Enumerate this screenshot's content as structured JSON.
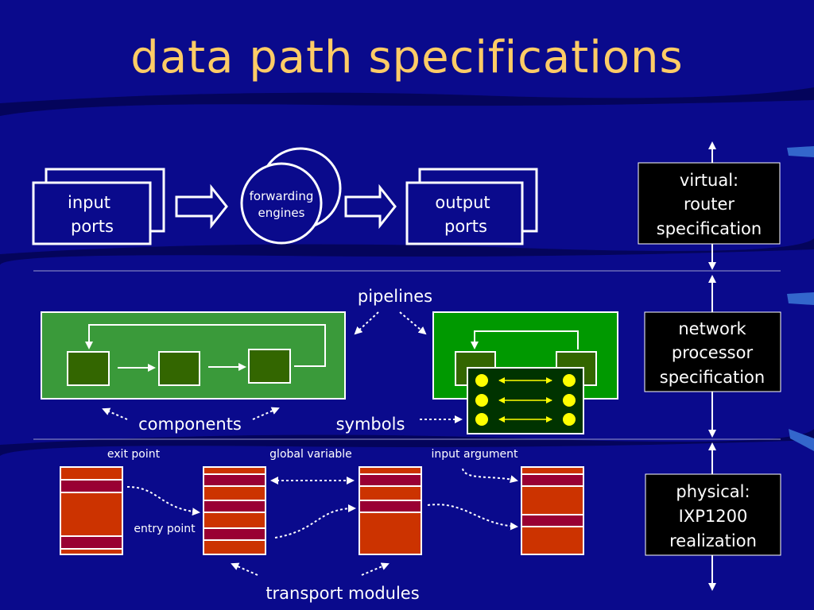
{
  "title": "data path specifications",
  "levels": [
    {
      "label_line1": "virtual:",
      "label_line2": "router",
      "label_line3": "specification"
    },
    {
      "label_line1": "network",
      "label_line2": "processor",
      "label_line3": "specification"
    },
    {
      "label_line1": "physical:",
      "label_line2": "IXP1200",
      "label_line3": "realization"
    }
  ],
  "router": {
    "input_line1": "input",
    "input_line2": "ports",
    "forwarding_line1": "forwarding",
    "forwarding_line2": "engines",
    "output_line1": "output",
    "output_line2": "ports"
  },
  "np": {
    "pipelines": "pipelines",
    "components": "components",
    "symbols": "symbols"
  },
  "ixp": {
    "exit_point": "exit point",
    "global_variable": "global variable",
    "input_argument": "input argument",
    "entry_point": "entry point",
    "transport_modules": "transport modules"
  },
  "colors": {
    "background": "#0a0a8c",
    "title": "#ffcc66",
    "port_box": "#0a0a8c",
    "green_outer": "#3a9a3a",
    "green_dark": "#336600",
    "green_bright": "#009900",
    "memory_orange": "#cc3300",
    "memory_band": "#990033",
    "symbol_dot": "#ffff00"
  }
}
